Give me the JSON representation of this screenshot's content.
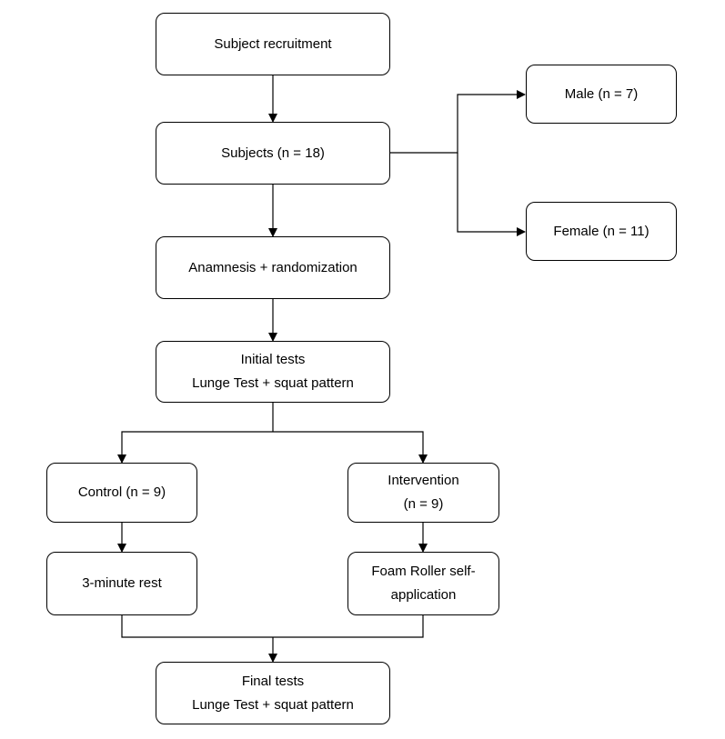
{
  "boxes": {
    "recruitment": {
      "line1": "Subject recruitment"
    },
    "subjects": {
      "line1": "Subjects (n = 18)"
    },
    "male": {
      "line1": "Male (n = 7)"
    },
    "female": {
      "line1": "Female (n = 11)"
    },
    "anamnesis": {
      "line1": "Anamnesis + randomization"
    },
    "initial_tests": {
      "line1": "Initial tests",
      "line2": "Lunge Test + squat pattern"
    },
    "control": {
      "line1": "Control (n = 9)"
    },
    "intervention": {
      "line1": "Intervention",
      "line2": "(n = 9)"
    },
    "rest": {
      "line1": "3-minute rest"
    },
    "foam_roller": {
      "line1": "Foam Roller self-",
      "line2": "application"
    },
    "final_tests": {
      "line1": "Final tests",
      "line2": "Lunge Test + squat pattern"
    }
  },
  "colors": {
    "line": "#000000",
    "box_border": "#000000",
    "background": "#ffffff"
  }
}
